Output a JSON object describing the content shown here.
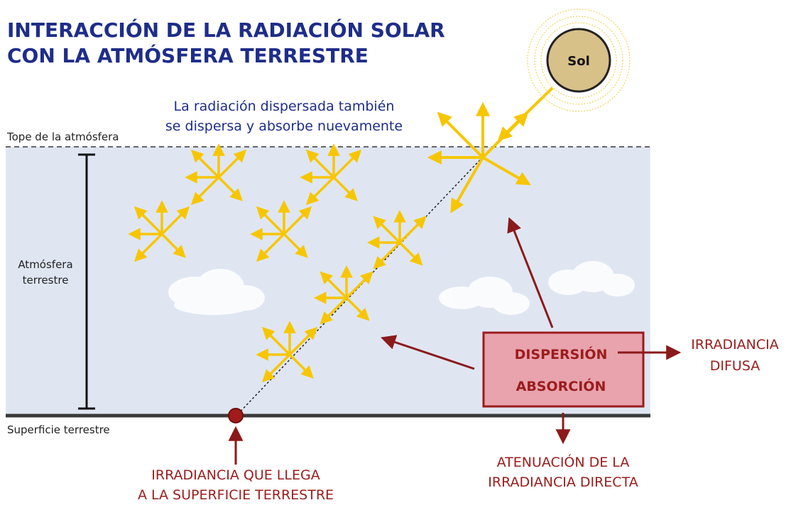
{
  "title": {
    "line1": "INTERACCIÓN DE LA RADIACIÓN SOLAR",
    "line2": "CON LA ATMÓSFERA TERRESTRE"
  },
  "sun": {
    "label": "Sol"
  },
  "scatter_note": {
    "line1": "La radiación dispersada también",
    "line2": "se dispersa y absorbe nuevamente"
  },
  "labels": {
    "top_of_atmosphere": "Tope de la atmósfera",
    "atmosphere_line1": "Atmósfera",
    "atmosphere_line2": "terrestre",
    "surface": "Superficie terrestre"
  },
  "process_box": {
    "scattering": "DISPERSIÓN",
    "absorption": "ABSORCIÓN"
  },
  "outputs": {
    "diffuse_line1": "IRRADIANCIA",
    "diffuse_line2": "DIFUSA",
    "attenuation_line1": "ATENUACIÓN DE LA",
    "attenuation_line2": "IRRADIANCIA DIRECTA",
    "surface_line1": "IRRADIANCIA QUE LLEGA",
    "surface_line2": "A LA SUPERFICIE TERRESTRE"
  },
  "colors": {
    "title": "#1e2d8a",
    "atmosphere_fill": "#dfe6f2",
    "ray": "#f7c600",
    "dark_red": "#8b1a1a",
    "box_fill": "#e8a3ad",
    "sun_fill": "#d8c089"
  }
}
